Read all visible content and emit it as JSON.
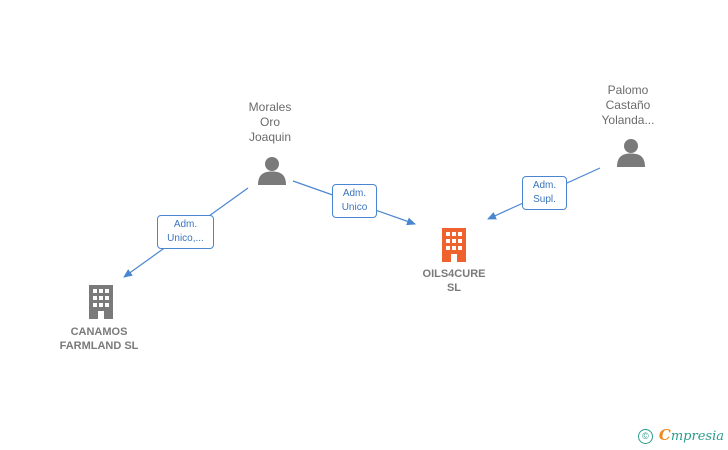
{
  "nodes": {
    "morales": {
      "lines": [
        "Morales",
        "Oro",
        "Joaquin"
      ]
    },
    "palomo": {
      "lines": [
        "Palomo",
        "Castaño",
        "Yolanda..."
      ]
    },
    "oils4cure": {
      "lines": [
        "OILS4CURE",
        "SL"
      ]
    },
    "canamos": {
      "lines": [
        "CANAMOS",
        "FARMLAND  SL"
      ]
    }
  },
  "edges": {
    "morales_to_canamos": {
      "lines": [
        "Adm.",
        "Unico,..."
      ]
    },
    "morales_to_oils4cure": {
      "lines": [
        "Adm.",
        "Unico"
      ]
    },
    "palomo_to_oils4cure": {
      "lines": [
        "Adm.",
        "Supl."
      ]
    }
  },
  "colors": {
    "edge": "#4a86cf",
    "person_icon": "#7a7a7a",
    "company_icon": "#7a7a7a",
    "main_company_icon": "#f0622d",
    "brand": "#2c9b8b",
    "brand_accent": "#f08a1d"
  },
  "icons": {
    "person": "person-icon",
    "company": "building-icon"
  },
  "footer": {
    "copyright_symbol": "©",
    "brand_first": "C",
    "brand_rest": "mpresia"
  }
}
